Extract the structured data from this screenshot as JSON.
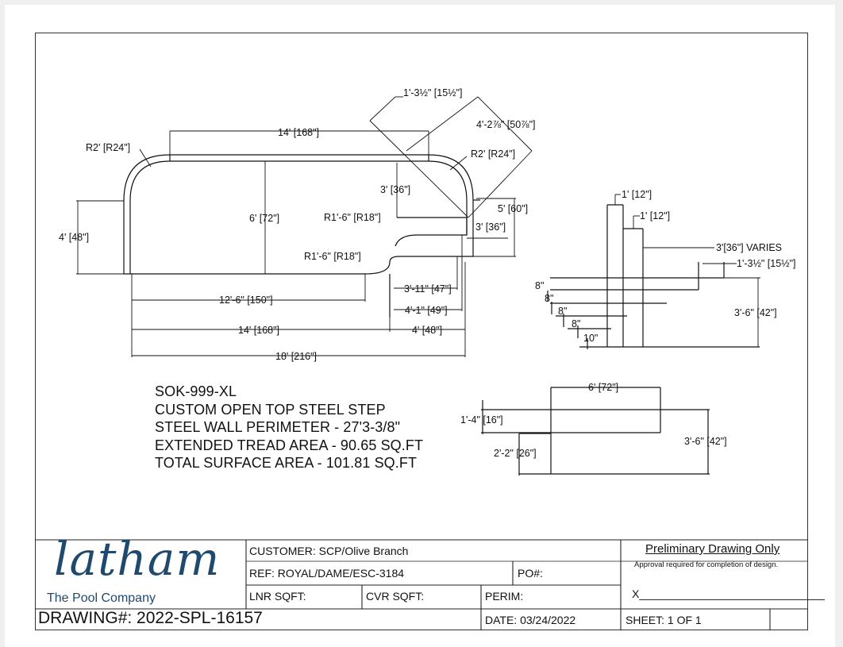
{
  "drawing": {
    "plan_dims": {
      "r_top_left": "R2' [R24\"]",
      "top_length": "14' [168\"]",
      "diag_width": "1'-3½\" [15½\"]",
      "diag_length": "4'-2⅞\" [50⅞\"]",
      "r_top_right": "R2' [R24\"]",
      "tread_3": "3' [36\"]",
      "five": "5' [60\"]",
      "six": "6' [72\"]",
      "r_inner_1": "R1'-6\" [R18\"]",
      "r_inner_2": "R1'-6\" [R18\"]",
      "right_3": "3' [36\"]",
      "left_4": "4' [48\"]",
      "bottom_12_6": "12'-6\" [150\"]",
      "dim_3_11": "3'-11\" [47\"]",
      "dim_4_1": "4'-1\" [49\"]",
      "dim_14": "14' [168\"]",
      "dim_4": "4' [48\"]",
      "dim_18": "18' [216\"]"
    },
    "section_dims": {
      "one_a": "1' [12\"]",
      "one_b": "1' [12\"]",
      "varies": "3'[36\"] VARIES",
      "offset": "1'-3½\" [15½\"]",
      "r8a": "8\"",
      "r8b": "8\"",
      "r8c": "8\"",
      "r8d": "8\"",
      "r10": "10\"",
      "height": "3'-6\" [42\"]"
    },
    "side_dims": {
      "width": "6' [72\"]",
      "h16": "1'-4\" [16\"]",
      "h26": "2'-2\" [26\"]",
      "h42": "3'-6\" [42\"]"
    },
    "notes": [
      "SOK-999-XL",
      "CUSTOM OPEN TOP STEEL STEP",
      "STEEL WALL PERIMETER - 27'3-3/8\"",
      "EXTENDED TREAD AREA - 90.65 SQ.FT",
      "TOTAL SURFACE AREA - 101.81 SQ.FT"
    ]
  },
  "title_block": {
    "logo": "latham",
    "tagline": "The Pool Company",
    "customer": "CUSTOMER:  SCP/Olive Branch",
    "ref": "REF: ROYAL/DAME/ESC-3184",
    "po": "PO#:",
    "lnr": "LNR SQFT:",
    "cvr": "CVR SQFT:",
    "perim": "PERIM:",
    "drawing_no": "DRAWING#:  2022-SPL-16157",
    "date": "DATE: 03/24/2022",
    "sheet": "SHEET: 1  OF  1",
    "prelim": "Preliminary Drawing Only",
    "approval": "Approval required for completion of design.",
    "signature": "X______________________________"
  },
  "colors": {
    "ink": "#111111",
    "logo": "#1f4a6e",
    "frame": "#333333"
  }
}
